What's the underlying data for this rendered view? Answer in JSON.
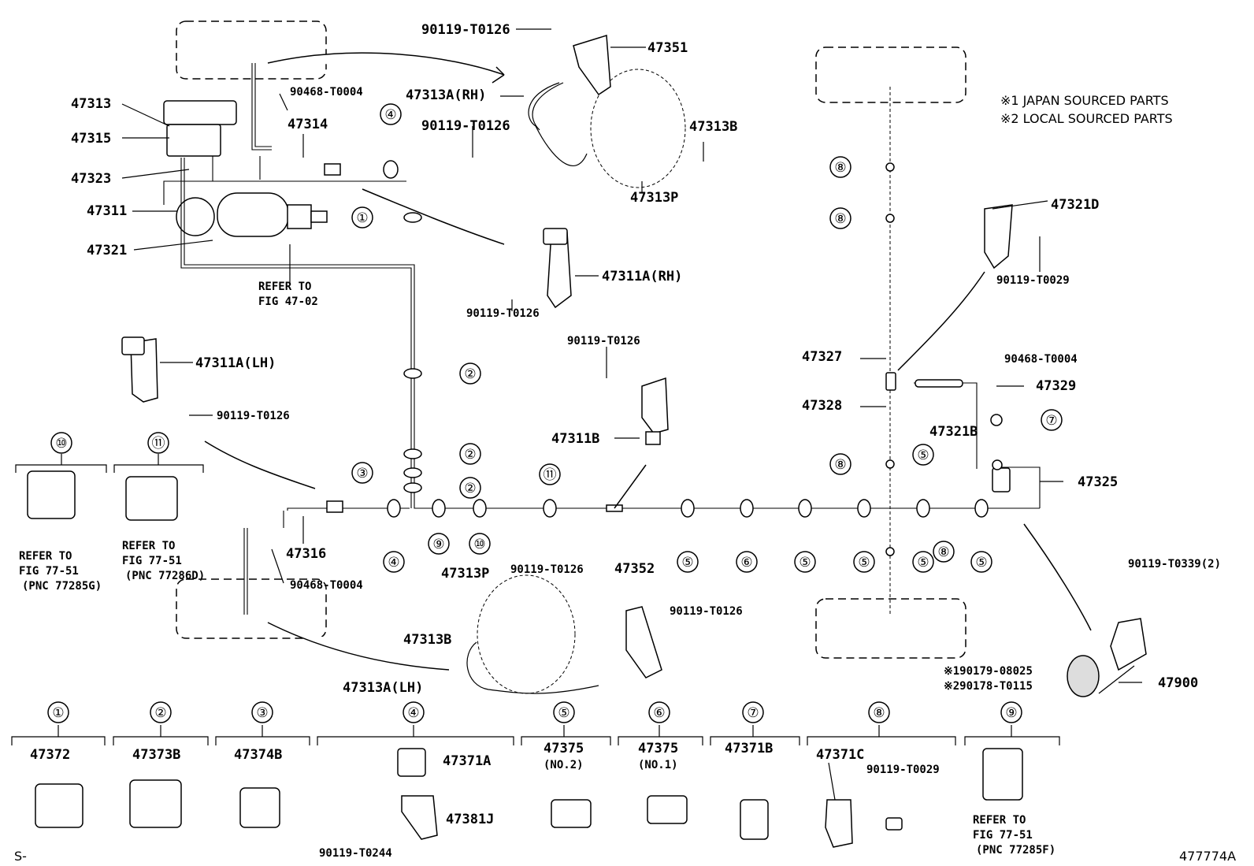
{
  "notes": [
    "※1 JAPAN SOURCED PARTS",
    "※2 LOCAL SOURCED PARTS"
  ],
  "illustration_id": "477774A",
  "corner_mark": "S-",
  "part_labels": [
    {
      "id": "p90119_a",
      "text": "90119-T0126"
    },
    {
      "id": "p47351",
      "text": "47351"
    },
    {
      "id": "p47313ArH",
      "text": "47313A(RH)"
    },
    {
      "id": "p90119_b",
      "text": "90119-T0126"
    },
    {
      "id": "p47313B_top",
      "text": "47313B"
    },
    {
      "id": "p47313P_top",
      "text": "47313P"
    },
    {
      "id": "p47313",
      "text": "47313"
    },
    {
      "id": "p47315",
      "text": "47315"
    },
    {
      "id": "p47323",
      "text": "47323"
    },
    {
      "id": "p47311",
      "text": "47311"
    },
    {
      "id": "p47321",
      "text": "47321"
    },
    {
      "id": "p90468_a",
      "text": "90468-T0004"
    },
    {
      "id": "p47314",
      "text": "47314"
    },
    {
      "id": "p47311ArH",
      "text": "47311A(RH)"
    },
    {
      "id": "p90119_c",
      "text": "90119-T0126"
    },
    {
      "id": "p47311ALH",
      "text": "47311A(LH)"
    },
    {
      "id": "p90119_d",
      "text": "90119-T0126"
    },
    {
      "id": "p90119_e",
      "text": "90119-T0126"
    },
    {
      "id": "p47311B",
      "text": "47311B"
    },
    {
      "id": "p47316",
      "text": "47316"
    },
    {
      "id": "p90468_b",
      "text": "90468-T0004"
    },
    {
      "id": "p47313P_bot",
      "text": "47313P"
    },
    {
      "id": "p90119_f",
      "text": "90119-T0126"
    },
    {
      "id": "p47352",
      "text": "47352"
    },
    {
      "id": "p47313B_bot",
      "text": "47313B"
    },
    {
      "id": "p90119_g",
      "text": "90119-T0126"
    },
    {
      "id": "p47313ALH",
      "text": "47313A(LH)"
    },
    {
      "id": "p47321D",
      "text": "47321D"
    },
    {
      "id": "p90119_h",
      "text": "90119-T0029"
    },
    {
      "id": "p47327",
      "text": "47327"
    },
    {
      "id": "p90468_c",
      "text": "90468-T0004"
    },
    {
      "id": "p47328",
      "text": "47328"
    },
    {
      "id": "p47329",
      "text": "47329"
    },
    {
      "id": "p47321B",
      "text": "47321B"
    },
    {
      "id": "p47325",
      "text": "47325"
    },
    {
      "id": "p90119_i",
      "text": "90119-T0339(2)"
    },
    {
      "id": "p190179",
      "text": "※190179-08025"
    },
    {
      "id": "p290178",
      "text": "※290178-T0115"
    },
    {
      "id": "p47900",
      "text": "47900"
    },
    {
      "id": "p47372",
      "text": "47372"
    },
    {
      "id": "p47373B",
      "text": "47373B"
    },
    {
      "id": "p47374B",
      "text": "47374B"
    },
    {
      "id": "p47371A",
      "text": "47371A"
    },
    {
      "id": "p47381J",
      "text": "47381J"
    },
    {
      "id": "p90119_j",
      "text": "90119-T0244"
    },
    {
      "id": "p47375_2",
      "text": "47375"
    },
    {
      "id": "p47375_2n",
      "text": "(NO.2)"
    },
    {
      "id": "p47375_1",
      "text": "47375"
    },
    {
      "id": "p47375_1n",
      "text": "(NO.1)"
    },
    {
      "id": "p47371B",
      "text": "47371B"
    },
    {
      "id": "p47371C",
      "text": "47371C"
    },
    {
      "id": "p90119_k",
      "text": "90119-T0029"
    }
  ],
  "refer_notes": [
    {
      "id": "r1",
      "lines": [
        "REFER TO",
        "FIG 47-02"
      ]
    },
    {
      "id": "r10",
      "lines": [
        "REFER TO",
        "FIG 77-51",
        "(PNC 77285G)"
      ]
    },
    {
      "id": "r11",
      "lines": [
        "REFER TO",
        "FIG 77-51",
        "(PNC 77286D)"
      ]
    },
    {
      "id": "r9",
      "lines": [
        "REFER TO",
        "FIG 77-51",
        "(PNC 77285F)"
      ]
    }
  ],
  "callouts": [
    "①",
    "②",
    "②",
    "②",
    "③",
    "④",
    "④",
    "⑤",
    "⑤",
    "⑤",
    "⑤",
    "⑤",
    "⑤",
    "⑥",
    "⑦",
    "⑧",
    "⑧",
    "⑧",
    "⑧",
    "⑨",
    "⑩",
    "⑪"
  ],
  "legend_callouts": [
    "①",
    "②",
    "③",
    "④",
    "⑤",
    "⑥",
    "⑦",
    "⑧",
    "⑨",
    "⑩",
    "⑪"
  ]
}
